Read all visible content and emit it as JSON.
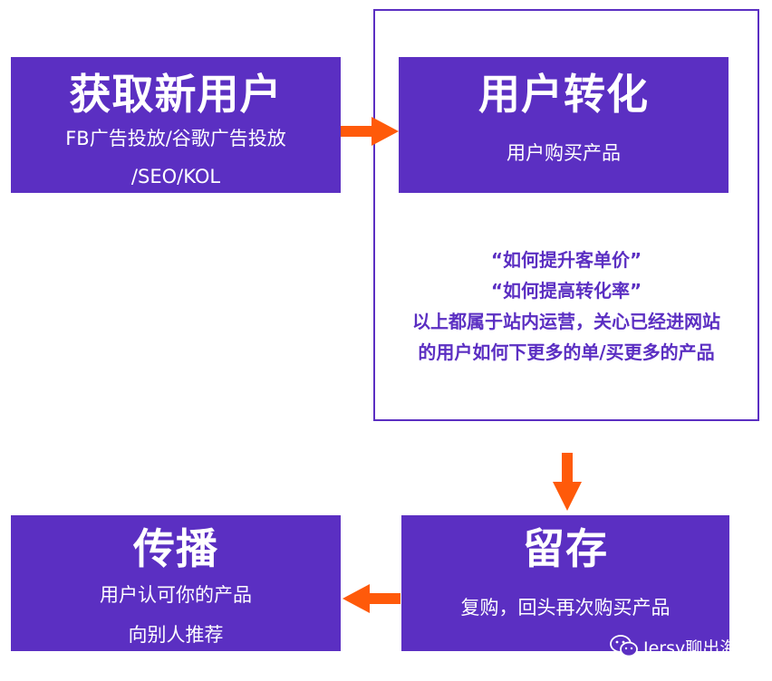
{
  "acquire": {
    "title": "获取新用户",
    "desc_line1": "FB广告投放/谷歌广告投放",
    "desc_line2": "/SEO/KOL"
  },
  "convert": {
    "title": "用户转化",
    "desc": "用户购买产品"
  },
  "note": {
    "line1": "“如何提升客单价”",
    "line2": "“如何提高转化率”",
    "line3": "以上都属于站内运营，关心已经进网站",
    "line4": "的用户如何下更多的单/买更多的产品"
  },
  "retain": {
    "title": "留存",
    "desc": "复购，回头再次购买产品"
  },
  "spread": {
    "title": "传播",
    "desc_line1": "用户认可你的产品",
    "desc_line2": "向别人推荐"
  },
  "watermark": {
    "text": "Jersy聊出海",
    "icon": "wechat-icon"
  },
  "colors": {
    "box": "#5B2FC2",
    "arrow": "#FF5A0A",
    "text_on_box": "#FFFFFF"
  }
}
